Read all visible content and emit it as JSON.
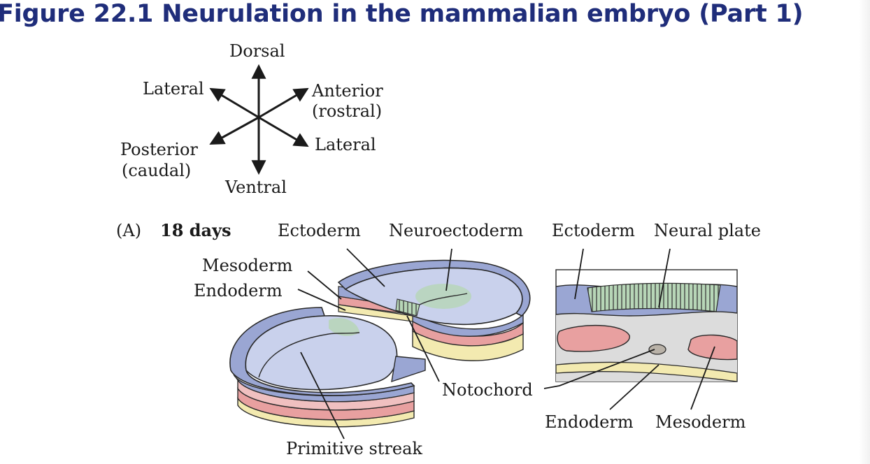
{
  "figure": {
    "title": "Figure 22.1  Neurulation in the mammalian embryo (Part 1)"
  },
  "orientation": {
    "dorsal": "Dorsal",
    "ventral": "Ventral",
    "lateral_left": "Lateral",
    "lateral_right": "Lateral",
    "anterior": "Anterior",
    "anterior_alt": "(rostral)",
    "posterior": "Posterior",
    "posterior_alt": "(caudal)"
  },
  "panel_a": {
    "letter": "(A)",
    "stage": "18 days",
    "labels": {
      "ectoderm_top": "Ectoderm",
      "neuroectoderm": "Neuroectoderm",
      "mesoderm": "Mesoderm",
      "endoderm": "Endoderm",
      "primitive_streak": "Primitive streak",
      "notochord": "Notochord"
    },
    "section_labels": {
      "ectoderm": "Ectoderm",
      "neural_plate": "Neural plate",
      "endoderm": "Endoderm",
      "mesoderm": "Mesoderm"
    }
  },
  "colors": {
    "title": "#1f2d7a",
    "ectoderm": "#9aa6d3",
    "ectoderm_light": "#c9d1ec",
    "neural": "#b7d6b7",
    "mesoderm": "#e8a0a0",
    "endoderm": "#f3eab0",
    "gray_tissue": "#dcdcdc"
  }
}
